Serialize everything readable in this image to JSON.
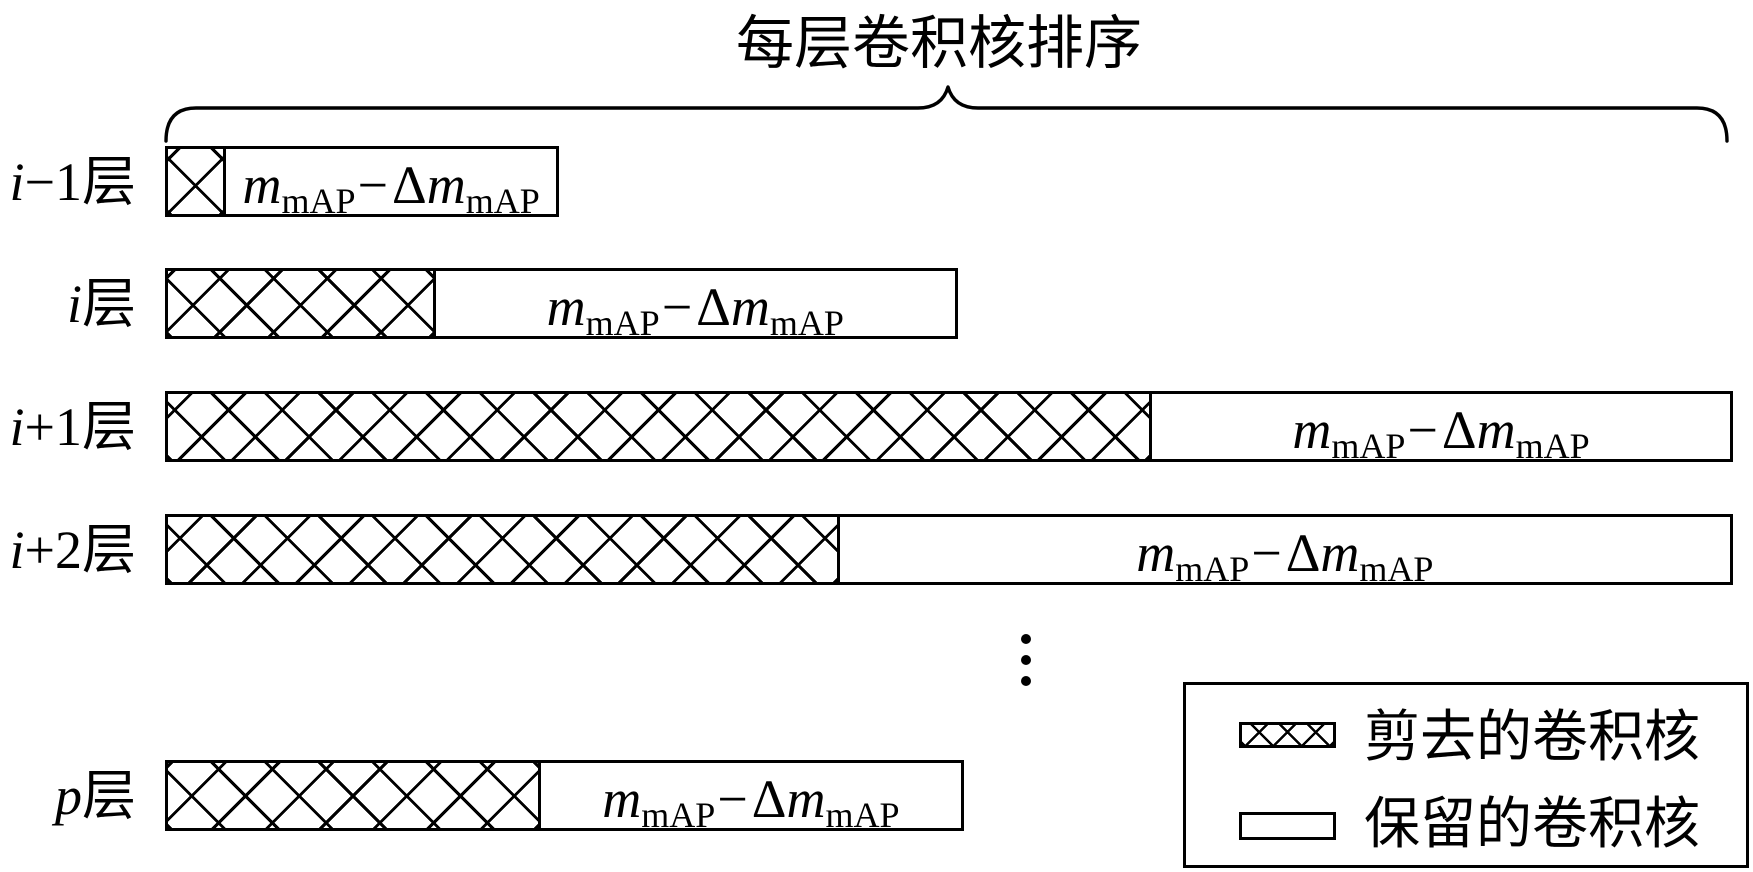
{
  "title": "每层卷积核排序",
  "brace_icon": "curly-brace-icon",
  "bar_label": {
    "var": "m",
    "sub": "mAP",
    "minus": "−",
    "delta": "Δ"
  },
  "rows": [
    {
      "label_var": "i",
      "label_suffix": "−1层",
      "pruned_percent": 15
    },
    {
      "label_var": "i",
      "label_suffix": "层",
      "pruned_percent": 34
    },
    {
      "label_var": "i",
      "label_suffix": "+1层",
      "pruned_percent": 63
    },
    {
      "label_var": "i",
      "label_suffix": "+2层",
      "pruned_percent": 43
    },
    {
      "label_var": "p",
      "label_suffix": "层",
      "pruned_percent": 47
    }
  ],
  "continuation_icon": "vertical-ellipsis-icon",
  "legend": {
    "items": [
      {
        "label": "剪去的卷积核",
        "icon": "crosshatch-swatch-icon"
      },
      {
        "label": "保留的卷积核",
        "icon": "empty-swatch-icon"
      }
    ]
  },
  "colors": {
    "ink": "#000000",
    "background": "#ffffff"
  }
}
